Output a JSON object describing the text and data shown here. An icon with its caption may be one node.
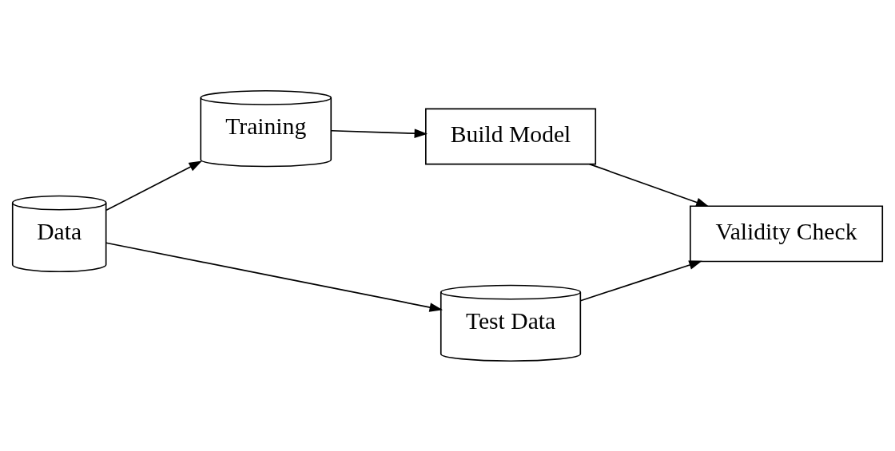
{
  "diagram": {
    "nodes": [
      {
        "text": [
          "Data"
        ]
      },
      {
        "text": [
          "Training"
        ]
      },
      {
        "text": [
          "Test Data"
        ]
      },
      {
        "text": [
          "Build Model"
        ]
      },
      {
        "text": [
          "Validity Check"
        ]
      }
    ],
    "edges": [
      {
        "from": 0,
        "to": 1,
        "arrow": "to"
      },
      {
        "from": 0,
        "to": 2,
        "arrow": "to"
      },
      {
        "from": 1,
        "to": 3,
        "arrow": "to"
      },
      {
        "from": 3,
        "to": 4,
        "arrow": "to"
      },
      {
        "from": 2,
        "to": 4,
        "arrow": "to"
      }
    ]
  }
}
